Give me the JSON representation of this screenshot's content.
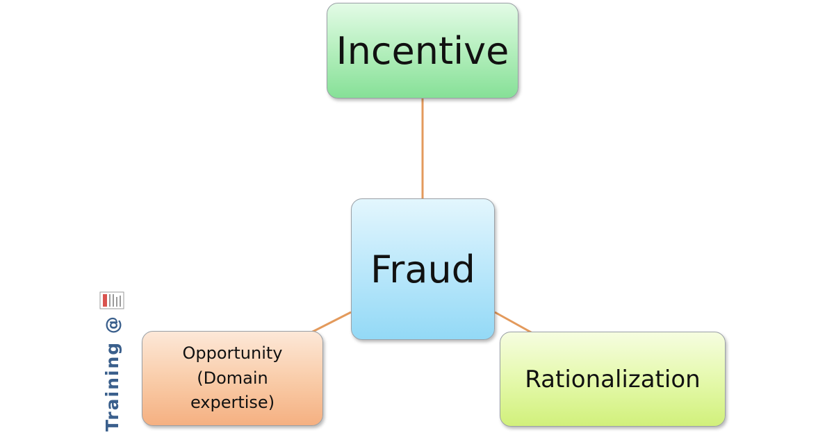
{
  "diagram": {
    "center": {
      "label": "Fraud"
    },
    "top": {
      "label": "Incentive"
    },
    "bottom_left": {
      "label": "Opportunity\n(Domain\nexpertise)"
    },
    "bottom_right": {
      "label": "Rationalization"
    },
    "connector_color": "#e39a5c"
  },
  "watermark": {
    "text": "Training @"
  }
}
